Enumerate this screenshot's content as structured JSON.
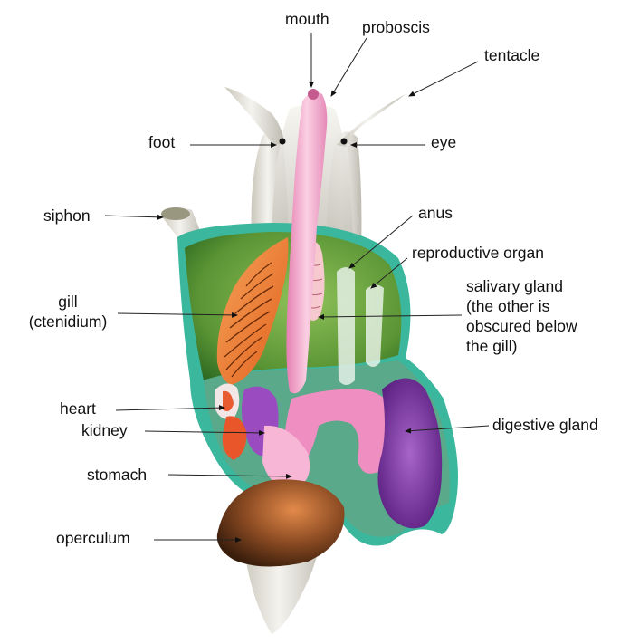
{
  "diagram": {
    "labels": {
      "mouth": "mouth",
      "proboscis": "proboscis",
      "tentacle": "tentacle",
      "foot": "foot",
      "eye": "eye",
      "siphon": "siphon",
      "anus": "anus",
      "reproductive_organ": "reproductive organ",
      "gill": [
        "gill",
        "(ctenidium)"
      ],
      "salivary_gland": [
        "salivary gland",
        "(the other is",
        "obscured below",
        "the gill)"
      ],
      "heart": "heart",
      "kidney": "kidney",
      "digestive_gland": "digestive gland",
      "stomach": "stomach",
      "operculum": "operculum"
    },
    "colors": {
      "shell_white": "#e9e7de",
      "mantle_green": "#5f9a3a",
      "teal_rim": "#35b8a0",
      "gill_orange": "#ee7a2e",
      "proboscis_pink": "#ef9fc4",
      "digestive_purple": "#7a3aa0",
      "operculum_brown": "#6a3a1e"
    }
  }
}
